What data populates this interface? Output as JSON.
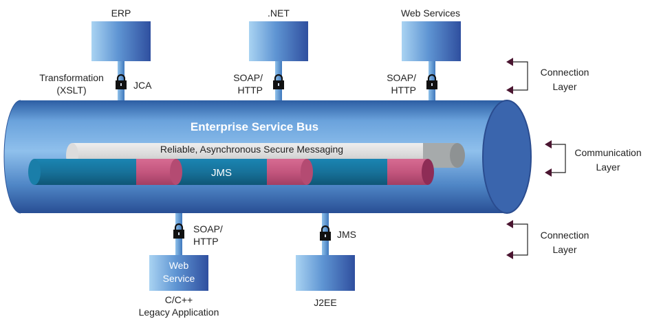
{
  "bus": {
    "title": "Enterprise Service Bus",
    "messaging_label": "Reliable, Asynchronous Secure Messaging",
    "jms_label": "JMS"
  },
  "top_systems": [
    {
      "name": "ERP",
      "protocol_left_1": "Transformation",
      "protocol_left_2": "(XSLT)",
      "protocol_right": "JCA"
    },
    {
      "name": ".NET",
      "protocol_line_1": "SOAP/",
      "protocol_line_2": "HTTP"
    },
    {
      "name": "Web Services",
      "protocol_line_1": "SOAP/",
      "protocol_line_2": "HTTP"
    }
  ],
  "bottom_systems": [
    {
      "box_line_1": "Web",
      "box_line_2": "Service",
      "caption_1": "C/C++",
      "caption_2": "Legacy Application",
      "protocol_line_1": "SOAP/",
      "protocol_line_2": "HTTP"
    },
    {
      "caption_1": "J2EE",
      "protocol_line_1": "JMS"
    }
  ],
  "layers": {
    "top": {
      "line_1": "Connection",
      "line_2": "Layer"
    },
    "middle": {
      "line_1": "Communication",
      "line_2": "Layer"
    },
    "bottom": {
      "line_1": "Connection",
      "line_2": "Layer"
    }
  },
  "colors": {
    "bus_blue": "#3f6fb6",
    "jms_teal": "#17729a",
    "joint_pink": "#c4567e",
    "messaging_gray": "#d6d6d6",
    "arrow": "#4a1530"
  }
}
